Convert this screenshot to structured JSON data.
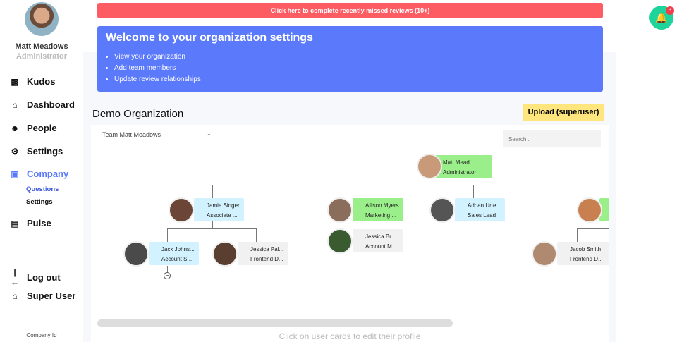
{
  "user": {
    "name": "Matt Meadows",
    "role": "Administrator"
  },
  "nav": [
    {
      "label": "Kudos",
      "icon": "chat-bubbles-icon"
    },
    {
      "label": "Dashboard",
      "icon": "home-icon"
    },
    {
      "label": "People",
      "icon": "people-icon"
    },
    {
      "label": "Settings",
      "icon": "gear-icon"
    },
    {
      "label": "Company",
      "icon": "briefcase-icon",
      "active": true
    },
    {
      "label": "Pulse",
      "icon": "presentation-icon"
    },
    {
      "label": "Log out",
      "icon": "logout-icon"
    },
    {
      "label": "Super User",
      "icon": "home-icon"
    }
  ],
  "company_sub": [
    "Questions",
    "Settings"
  ],
  "company_id_label": "Company Id",
  "alert": "Click here to complete recently missed reviews (10+)",
  "welcome": {
    "title": "Welcome to your organization settings",
    "items": [
      "View your organization",
      "Add team members",
      "Update review relationships"
    ]
  },
  "org_title": "Demo Organization",
  "upload_label": "Upload (superuser)",
  "team_select": "Team Matt Meadows",
  "search_placeholder": "Search..",
  "notifications": {
    "count": "3"
  },
  "hint": "Click on user cards to edit their profile",
  "people": [
    {
      "name": "Matt Mead...",
      "title": "Administrator",
      "color": "#9bef8a"
    },
    {
      "name": "Jamie Singer",
      "title": "Associate ...",
      "color": "#d2f2ff"
    },
    {
      "name": "Allison Myers",
      "title": "Marketing ...",
      "color": "#9bef8a"
    },
    {
      "name": "Adrian Urte...",
      "title": "Sales Lead",
      "color": "#d2f2ff"
    },
    {
      "name": "",
      "title": "",
      "color": "#9bef8a"
    },
    {
      "name": "Jack Johns...",
      "title": "Account S...",
      "color": "#d2f2ff"
    },
    {
      "name": "Jessica Pal...",
      "title": "Frontend D...",
      "color": "#f1f1f1"
    },
    {
      "name": "Jessica Br...",
      "title": "Account M...",
      "color": "#f1f1f1"
    },
    {
      "name": "Jacob Smith",
      "title": "Frontend D...",
      "color": "#f1f1f1"
    }
  ],
  "colors": {
    "alert": "#fd5c63",
    "welcome": "#5a7afb",
    "accent": "#5a7afb",
    "upload": "#fee57e",
    "bell": "#1ed49b"
  }
}
